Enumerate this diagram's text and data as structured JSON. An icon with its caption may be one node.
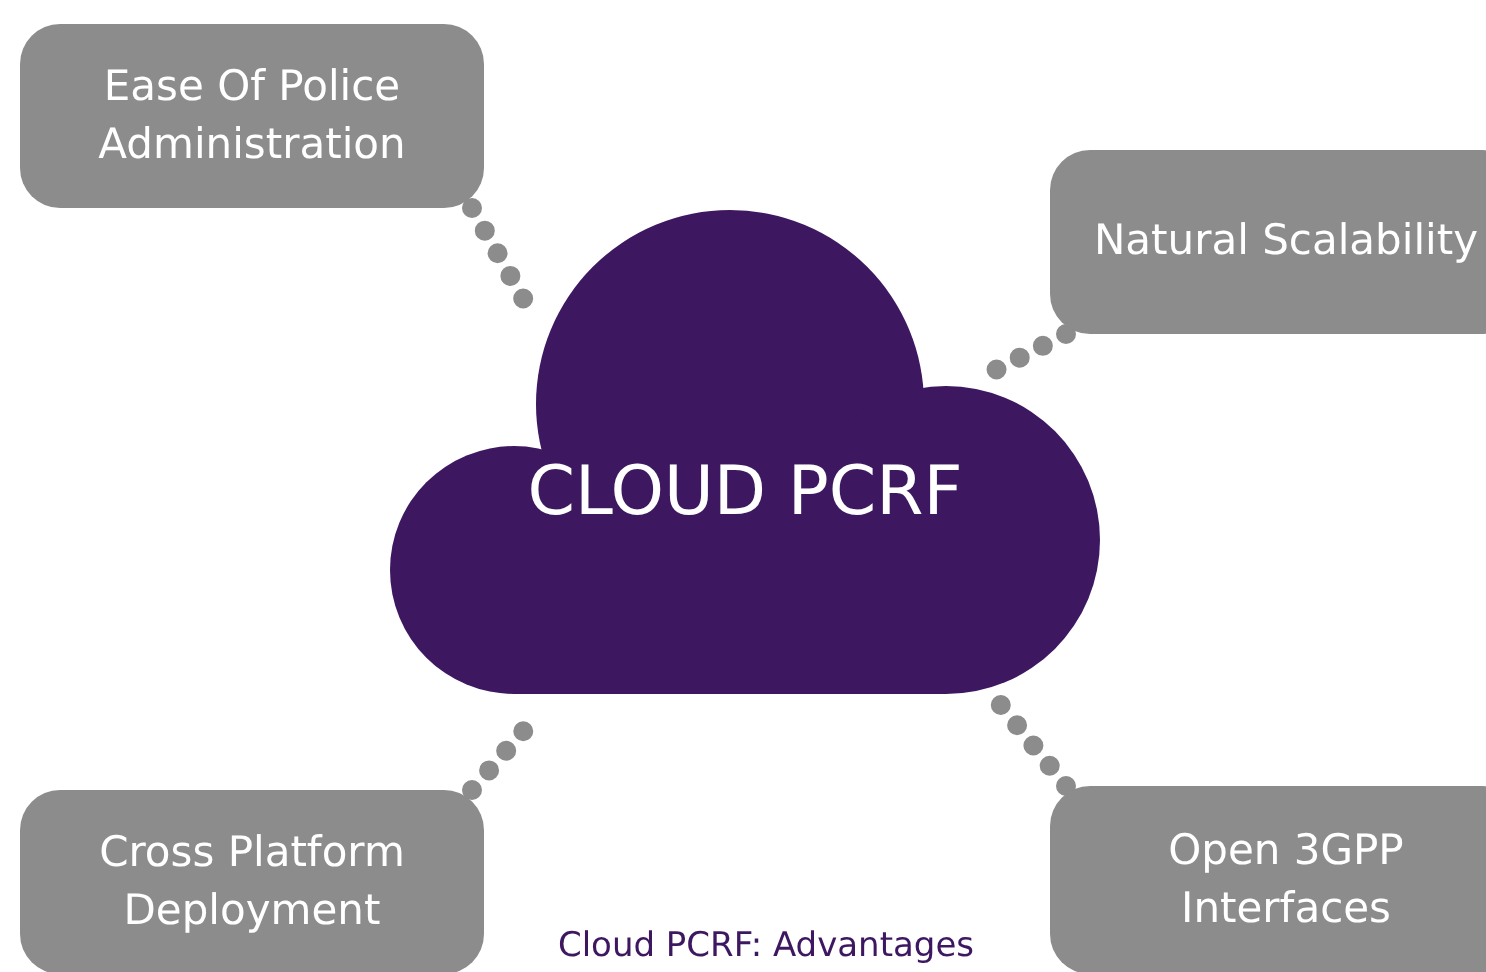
{
  "diagram": {
    "caption": "Cloud PCRF: Advantages",
    "nodes": [
      {
        "text": [
          "CLOUD PCRF"
        ]
      },
      {
        "text": [
          "Ease Of Police Administration"
        ]
      },
      {
        "text": [
          "Natural Scalability"
        ]
      },
      {
        "text": [
          "Cross Platform Deployment"
        ]
      },
      {
        "text": [
          "Open 3GPP Interfaces"
        ]
      }
    ],
    "edges": [
      {
        "from": 1,
        "to": 0,
        "arrow": "none",
        "style": "dashed"
      },
      {
        "from": 2,
        "to": 0,
        "arrow": "none",
        "style": "dashed"
      },
      {
        "from": 3,
        "to": 0,
        "arrow": "none",
        "style": "dashed"
      },
      {
        "from": 4,
        "to": 0,
        "arrow": "none",
        "style": "dashed"
      }
    ]
  }
}
